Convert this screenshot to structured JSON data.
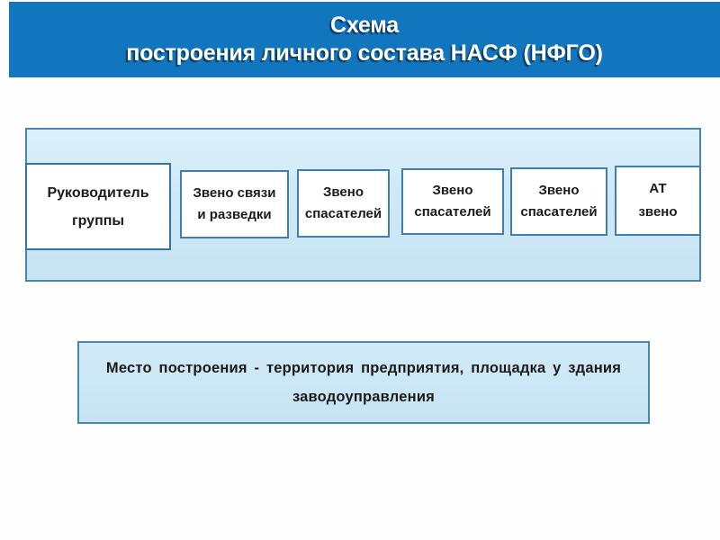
{
  "title": {
    "line1": "Схема",
    "line2": "построения личного состава НАСФ (НФГО)"
  },
  "units": [
    {
      "line1": "Руководитель",
      "line2": "группы"
    },
    {
      "line1": "Звено связи",
      "line2": "и разведки"
    },
    {
      "line1": "Звено",
      "line2": "спасателей"
    },
    {
      "line1": "Звено",
      "line2": "спасателей"
    },
    {
      "line1": "Звено",
      "line2": "спасателей"
    },
    {
      "line1": "АТ",
      "line2": "звено"
    }
  ],
  "note": {
    "line1": "Место построения - территория предприятия, площадка у здания",
    "line2": "заводоуправления"
  },
  "colors": {
    "header_blue": "#1176bd",
    "panel_light_blue": "#cfe8f6",
    "panel_border_blue": "#4887ad",
    "box_border_blue": "#3f7fae",
    "title_shadow_navy": "#0c3b63",
    "text_black": "#1b1b1b"
  }
}
